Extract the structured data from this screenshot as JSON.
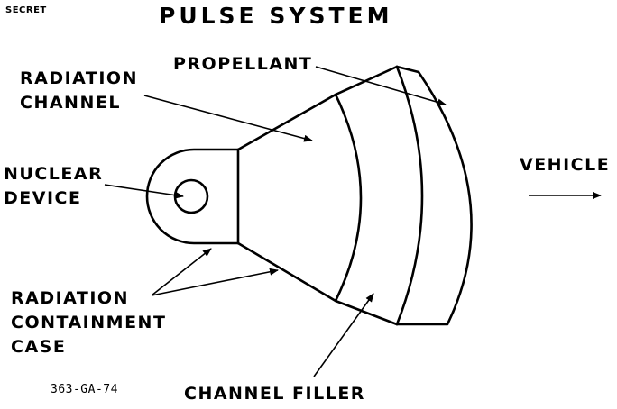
{
  "classification": "SECRET",
  "title": "PULSE SYSTEM",
  "labels": {
    "propellant": "PROPELLANT",
    "radiation_channel": "RADIATION\nCHANNEL",
    "nuclear_device": "NUCLEAR\nDEVICE",
    "vehicle": "VEHICLE",
    "radiation_containment_case": "RADIATION\nCONTAINMENT\nCASE",
    "channel_filler": "CHANNEL FILLER"
  },
  "drawing_number": "363-GA-74"
}
